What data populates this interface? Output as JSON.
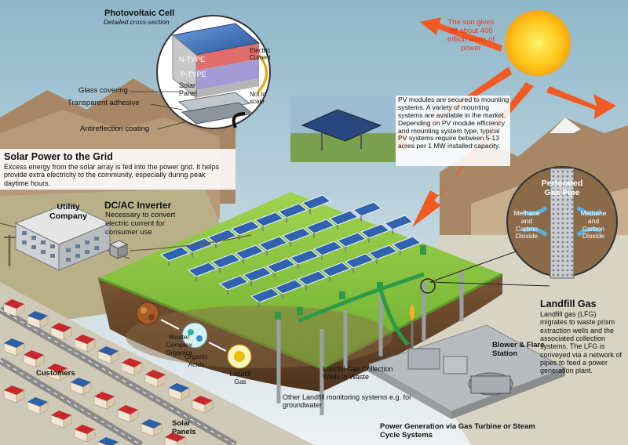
{
  "colors": {
    "sky_top": "#8fb7c9",
    "sky_bottom": "#e9eef0",
    "mountain": "#a88766",
    "grass": "#8cc63f",
    "grass_dark": "#5c9a2a",
    "soil": "#6e4a2c",
    "soil_light": "#8a6a48",
    "panel_blue": "#2f63b0",
    "panel_light": "#6fa0dc",
    "arrow_orange": "#f05a23",
    "sun_yellow": "#ffc61a",
    "pipe_green": "#2e9a48",
    "sun_text": "#e8381f",
    "roof_red": "#c8282b",
    "roof_blue": "#2b5fa8",
    "house_wall": "#f1e6d2"
  },
  "pv_cell": {
    "title": "Photovoltaic Cell",
    "subtitle": "Detailed cross-section",
    "n_type": "N-TYPE",
    "p_type": "P-TYPE",
    "solar_panel": "Solar Panel",
    "electric_current": "Electric Current",
    "not_to_scale": "Not to scale",
    "glass_covering": "Glass covering",
    "transparent_adhesive": "Transparent adhesive",
    "antireflection_coating": "Antireflection coating"
  },
  "sun": {
    "text": "The sun gives off about 400 trillion watts of power"
  },
  "pv_modules": {
    "text": "PV modules are secured to mounting systems. A variety of mounting systems are available in the market. Depending on PV module efficiency and mounting system type, typical PV systems require between 5-13 acres per 1 MW installed capacity."
  },
  "solar_grid": {
    "title": "Solar Power to the Grid",
    "text": "Excess energy from the solar array is fed into the power grid. It helps provide extra electricity to the community, especially during peak daytime hours."
  },
  "utility": {
    "label": "Utility Company"
  },
  "inverter": {
    "title": "DC/AC Inverter",
    "text": "Necessary to convert electric current for consumer use"
  },
  "gas_pipe": {
    "title": "Perforated Gas Pipe",
    "left_label": "Methane and Carbon Dioxide",
    "right_label": "Methane and Carbon Dioxide"
  },
  "landfill_gas": {
    "title": "Landfill Gas",
    "text": "Landfill gas (LFG) migrates to waste prism extraction wells and the associated collection systems. The LFG is conveyed via a network of pipes to feed a power generation plant."
  },
  "process": {
    "waste": "Waste/ Complex Organics",
    "acids": "Organic Acids",
    "gas": "Landfill Gas"
  },
  "labels": {
    "collection_wells": "Landfill Gas Collection Wells in Waste",
    "monitoring": "Other Landfill monitoring systems e.g. for groundwater",
    "blower": "Blower & Flare Station",
    "power_generation": "Power Generation via Gas Turbine or Steam Cycle Systems",
    "customers": "Customers",
    "solar_panels": "Solar Panels"
  }
}
